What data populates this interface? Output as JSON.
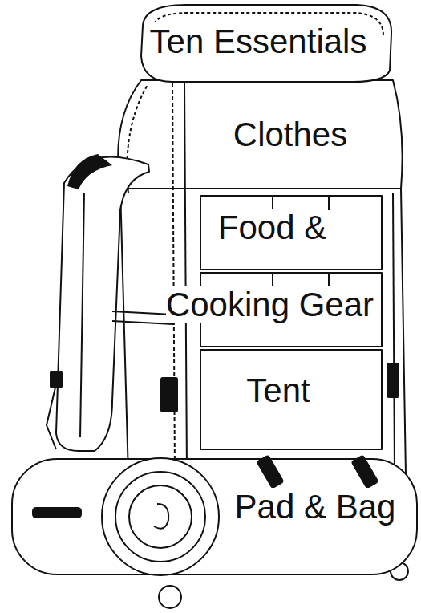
{
  "diagram": {
    "nodes": [
      {
        "text": [
          "Ten Essentials"
        ]
      },
      {
        "text": [
          "Clothes"
        ]
      },
      {
        "text": [
          "Food & Cooking Gear"
        ]
      },
      {
        "text": [
          "Tent"
        ]
      },
      {
        "text": [
          "Pad & Bag"
        ]
      }
    ]
  }
}
